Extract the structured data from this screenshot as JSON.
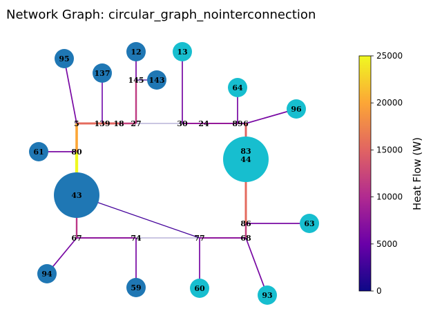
{
  "title": "Network Graph: circular_graph_nointerconnection",
  "colorbar": {
    "label": "Heat Flow (W)",
    "min": 0,
    "max": 25000,
    "ticks": [
      "0",
      "5000",
      "10000",
      "15000",
      "20000",
      "25000"
    ],
    "colormap": [
      "#0d0887",
      "#6a00a8",
      "#b12a90",
      "#e16462",
      "#fca636",
      "#f0f921"
    ]
  },
  "node_colors": {
    "dark": "#1f77b4",
    "light": "#17becf"
  },
  "chart_data": {
    "type": "network",
    "nodes": [
      {
        "id": "95",
        "kind": "dark"
      },
      {
        "id": "137",
        "kind": "dark"
      },
      {
        "id": "12",
        "kind": "dark"
      },
      {
        "id": "143",
        "kind": "dark"
      },
      {
        "id": "13",
        "kind": "light"
      },
      {
        "id": "64",
        "kind": "light"
      },
      {
        "id": "96",
        "kind": "light"
      },
      {
        "id": "61",
        "kind": "dark"
      },
      {
        "id": "43",
        "kind": "dark",
        "large": true
      },
      {
        "id": "44",
        "kind": "light",
        "large": true
      },
      {
        "id": "63",
        "kind": "light"
      },
      {
        "id": "94",
        "kind": "dark"
      },
      {
        "id": "59",
        "kind": "dark"
      },
      {
        "id": "60",
        "kind": "light"
      },
      {
        "id": "93",
        "kind": "light"
      },
      {
        "id": "145",
        "kind": "junction"
      },
      {
        "id": "5",
        "kind": "junction"
      },
      {
        "id": "139",
        "kind": "junction"
      },
      {
        "id": "18",
        "kind": "junction"
      },
      {
        "id": "27",
        "kind": "junction"
      },
      {
        "id": "30",
        "kind": "junction"
      },
      {
        "id": "24",
        "kind": "junction"
      },
      {
        "id": "89",
        "kind": "junction"
      },
      {
        "id": "6",
        "kind": "junction"
      },
      {
        "id": "80",
        "kind": "junction"
      },
      {
        "id": "83",
        "kind": "junction"
      },
      {
        "id": "86",
        "kind": "junction"
      },
      {
        "id": "67",
        "kind": "junction"
      },
      {
        "id": "74",
        "kind": "junction"
      },
      {
        "id": "77",
        "kind": "junction"
      },
      {
        "id": "68",
        "kind": "junction"
      }
    ],
    "edges": [
      {
        "from": "95",
        "to": "5",
        "flow": 6000
      },
      {
        "from": "137",
        "to": "139",
        "flow": 5000
      },
      {
        "from": "12",
        "to": "145",
        "flow": 6000
      },
      {
        "from": "145",
        "to": "143",
        "flow": 2500
      },
      {
        "from": "145",
        "to": "27",
        "flow": 11500
      },
      {
        "from": "13",
        "to": "30",
        "flow": 6000
      },
      {
        "from": "64",
        "to": "89",
        "flow": 6000
      },
      {
        "from": "96",
        "to": "6",
        "flow": 6000
      },
      {
        "from": "5",
        "to": "139",
        "flow": 15500
      },
      {
        "from": "139",
        "to": "18",
        "flow": 15000
      },
      {
        "from": "18",
        "to": "27",
        "flow": 12000
      },
      {
        "from": "27",
        "to": "30",
        "flow": 500
      },
      {
        "from": "30",
        "to": "24",
        "flow": 8000
      },
      {
        "from": "24",
        "to": "89",
        "flow": 8000
      },
      {
        "from": "89",
        "to": "6",
        "flow": 8000
      },
      {
        "from": "6",
        "to": "83",
        "flow": 15000
      },
      {
        "from": "83",
        "to": "44",
        "flow": 0
      },
      {
        "from": "5",
        "to": "80",
        "flow": 20000
      },
      {
        "from": "61",
        "to": "80",
        "flow": 6000
      },
      {
        "from": "80",
        "to": "43",
        "flow": 25000
      },
      {
        "from": "44",
        "to": "86",
        "flow": 15500
      },
      {
        "from": "86",
        "to": "63",
        "flow": 6000
      },
      {
        "from": "86",
        "to": "68",
        "flow": 12000
      },
      {
        "from": "43",
        "to": "67",
        "flow": 11000
      },
      {
        "from": "43",
        "to": "77",
        "flow": 3000
      },
      {
        "from": "67",
        "to": "94",
        "flow": 6000
      },
      {
        "from": "67",
        "to": "74",
        "flow": 7500
      },
      {
        "from": "74",
        "to": "59",
        "flow": 6000
      },
      {
        "from": "74",
        "to": "77",
        "flow": 500
      },
      {
        "from": "77",
        "to": "60",
        "flow": 6000
      },
      {
        "from": "77",
        "to": "68",
        "flow": 7500
      },
      {
        "from": "68",
        "to": "93",
        "flow": 6000
      }
    ]
  }
}
